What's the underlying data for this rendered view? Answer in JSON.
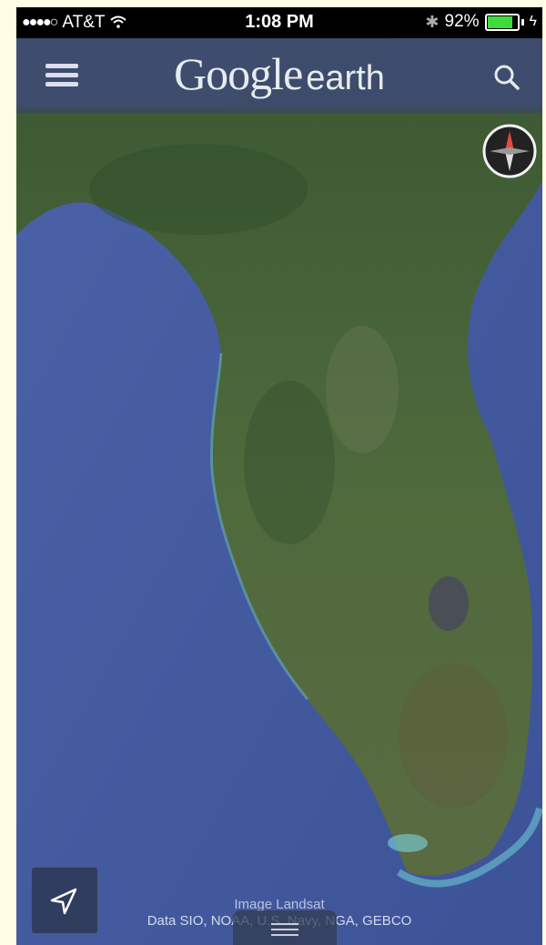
{
  "status_bar": {
    "carrier": "AT&T",
    "time": "1:08 PM",
    "battery": "92%",
    "battery_level": 0.92
  },
  "header": {
    "logo_google": "Google",
    "logo_earth": "earth",
    "menu_icon": "hamburger-icon",
    "search_icon": "search-icon"
  },
  "map": {
    "imagery_label": "Image Landsat",
    "attribution": "Data SIO, NOAA, U.S. Navy, NGA, GEBCO"
  },
  "controls": {
    "compass_icon": "compass-icon",
    "location_icon": "location-arrow-icon"
  }
}
